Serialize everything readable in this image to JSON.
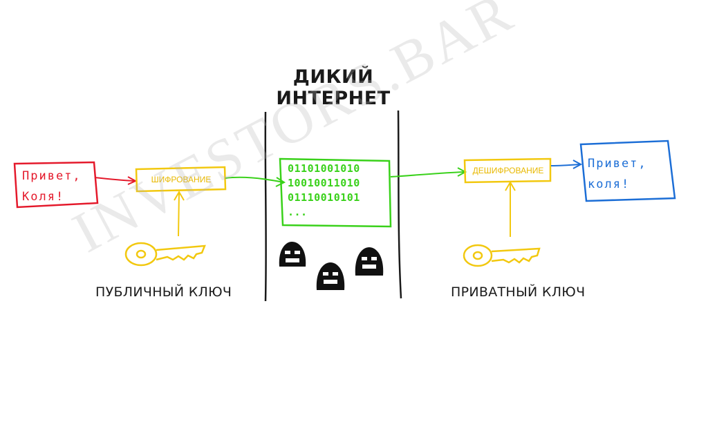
{
  "title_line1": "ДИКИЙ",
  "title_line2": "ИНТЕРНЕТ",
  "sender_message": {
    "line1": "Привет,",
    "line2": "Коля!"
  },
  "receiver_message": {
    "line1": "Привет,",
    "line2": "коля!"
  },
  "encrypt_label": "ШИФРОВАНИЕ",
  "decrypt_label": "ДЕШИФРОВАНИЕ",
  "public_key_label": "ПУБЛИЧНЫЙ КЛЮЧ",
  "private_key_label": "ПРИВАТНЫЙ КЛЮЧ",
  "binary": {
    "line1": "01101001010",
    "line2": "10010011010",
    "line3": "01110010101",
    "line4": "..."
  },
  "watermark": "INVESTORS.BAR",
  "colors": {
    "sender": "#e4192b",
    "receiver": "#1c6ed6",
    "process": "#f2c80f",
    "data": "#39d11a",
    "ink": "#1a1a1a",
    "watermark": "#b4b4b4"
  },
  "icons": [
    "public-key-icon",
    "private-key-icon",
    "hacker-icon",
    "arrow-icon"
  ]
}
